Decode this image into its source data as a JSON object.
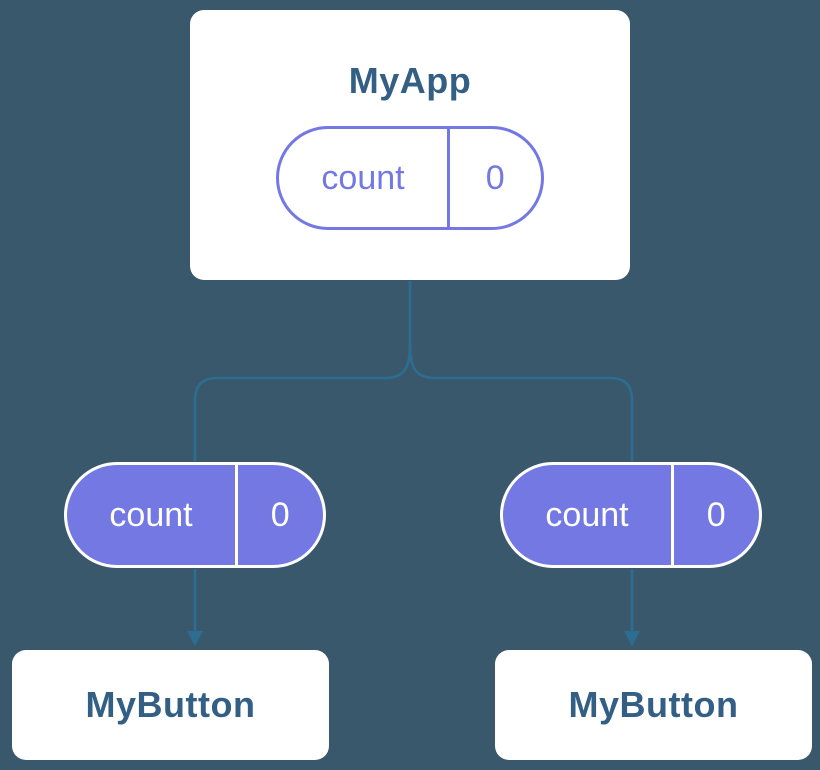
{
  "colors": {
    "bg": "#3a586c",
    "card": "#ffffff",
    "title": "#335f84",
    "purple": "#7478e2",
    "line": "#2d6d92"
  },
  "diagram": {
    "type": "component-tree",
    "root": {
      "title": "MyApp",
      "state": {
        "label": "count",
        "value": "0"
      }
    },
    "children": [
      {
        "title": "MyButton",
        "prop": {
          "label": "count",
          "value": "0"
        }
      },
      {
        "title": "MyButton",
        "prop": {
          "label": "count",
          "value": "0"
        }
      }
    ]
  }
}
